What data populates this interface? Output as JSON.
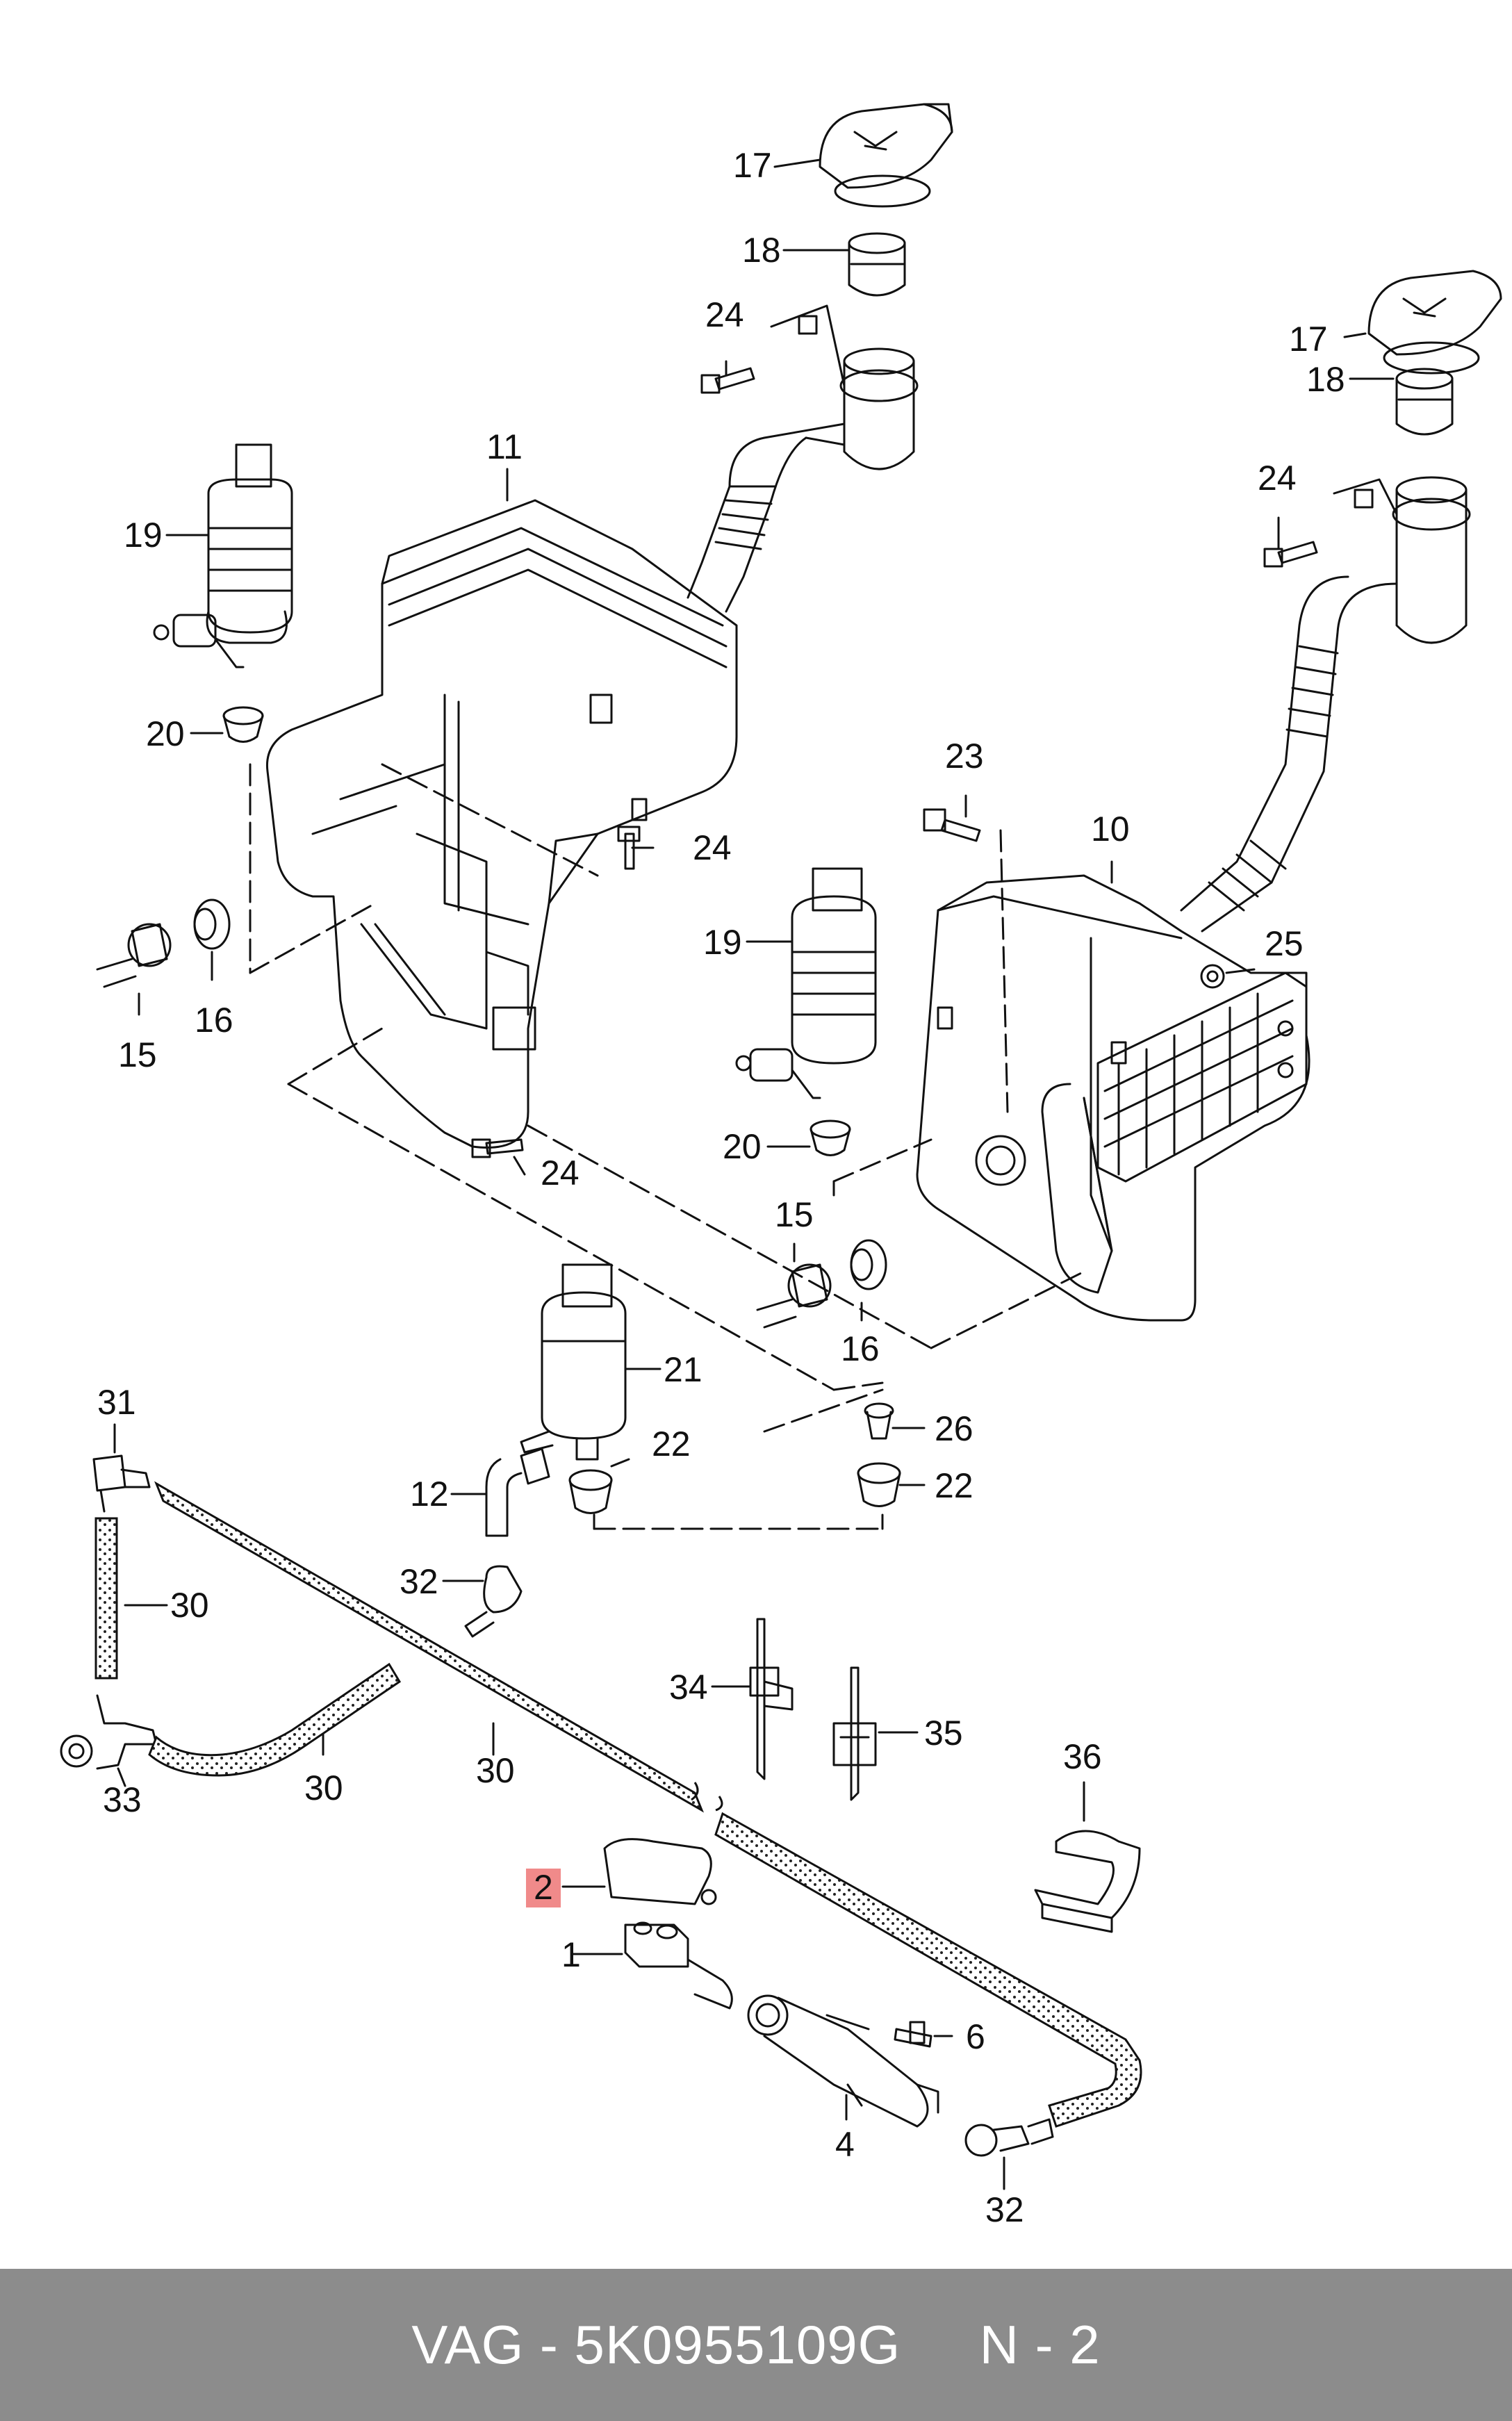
{
  "parts": [
    {
      "id": "lbl-17a",
      "text": "17"
    },
    {
      "id": "lbl-18a",
      "text": "18"
    },
    {
      "id": "lbl-24a",
      "text": "24"
    },
    {
      "id": "lbl-11",
      "text": "11"
    },
    {
      "id": "lbl-19a",
      "text": "19"
    },
    {
      "id": "lbl-20a",
      "text": "20"
    },
    {
      "id": "lbl-24b",
      "text": "24"
    },
    {
      "id": "lbl-15a",
      "text": "15"
    },
    {
      "id": "lbl-16a",
      "text": "16"
    },
    {
      "id": "lbl-24c",
      "text": "24"
    },
    {
      "id": "lbl-17b",
      "text": "17"
    },
    {
      "id": "lbl-18b",
      "text": "18"
    },
    {
      "id": "lbl-24d",
      "text": "24"
    },
    {
      "id": "lbl-23",
      "text": "23"
    },
    {
      "id": "lbl-10",
      "text": "10"
    },
    {
      "id": "lbl-25",
      "text": "25"
    },
    {
      "id": "lbl-19b",
      "text": "19"
    },
    {
      "id": "lbl-20b",
      "text": "20"
    },
    {
      "id": "lbl-15b",
      "text": "15"
    },
    {
      "id": "lbl-16b",
      "text": "16"
    },
    {
      "id": "lbl-21",
      "text": "21"
    },
    {
      "id": "lbl-22a",
      "text": "22"
    },
    {
      "id": "lbl-26",
      "text": "26"
    },
    {
      "id": "lbl-22b",
      "text": "22"
    },
    {
      "id": "lbl-12",
      "text": "12"
    },
    {
      "id": "lbl-31",
      "text": "31"
    },
    {
      "id": "lbl-30a",
      "text": "30"
    },
    {
      "id": "lbl-32a",
      "text": "32"
    },
    {
      "id": "lbl-34",
      "text": "34"
    },
    {
      "id": "lbl-35",
      "text": "35"
    },
    {
      "id": "lbl-33",
      "text": "33"
    },
    {
      "id": "lbl-30b",
      "text": "30"
    },
    {
      "id": "lbl-30c",
      "text": "30"
    },
    {
      "id": "lbl-36",
      "text": "36"
    },
    {
      "id": "lbl-2",
      "text": "2"
    },
    {
      "id": "lbl-1",
      "text": "1"
    },
    {
      "id": "lbl-6",
      "text": "6"
    },
    {
      "id": "lbl-4",
      "text": "4"
    },
    {
      "id": "lbl-32b",
      "text": "32"
    }
  ],
  "footer": {
    "text": "VAG - 5K0955109G     N - 2"
  },
  "colors": {
    "highlight": "#f08a8a",
    "footer_bg": "#8c8c8c",
    "footer_text": "#ffffff",
    "line": "#111111"
  }
}
